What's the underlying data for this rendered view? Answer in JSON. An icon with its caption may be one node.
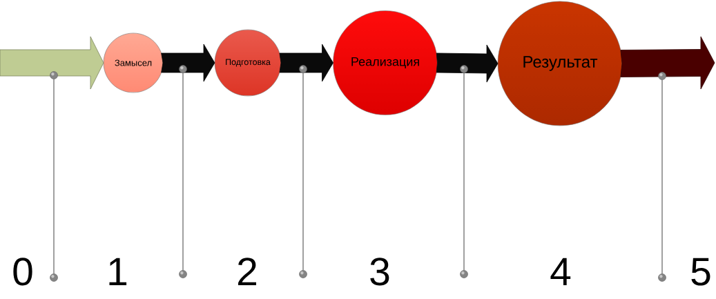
{
  "diagram": {
    "nodes": [
      {
        "text": [
          "Замысел"
        ]
      },
      {
        "text": [
          "Подготовка"
        ]
      },
      {
        "text": [
          "Реализация"
        ]
      },
      {
        "text": [
          "Результат"
        ]
      }
    ],
    "edges": [
      {
        "from": null,
        "to": 0,
        "arrow": "to",
        "color": "#bfcc93"
      },
      {
        "from": 0,
        "to": 1,
        "arrow": "to"
      },
      {
        "from": 1,
        "to": 2,
        "arrow": "to"
      },
      {
        "from": 2,
        "to": 3,
        "arrow": "to"
      },
      {
        "from": 3,
        "to": null,
        "arrow": "to",
        "color": "#4a0000"
      }
    ],
    "labels": [
      "0",
      "1",
      "2",
      "3",
      "4",
      "5"
    ]
  }
}
